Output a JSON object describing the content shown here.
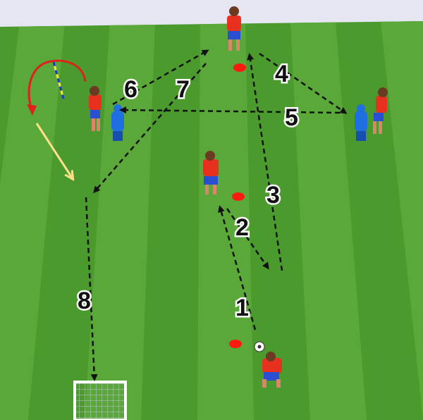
{
  "labels": {
    "l1": "1",
    "l2": "2",
    "l3": "3",
    "l4": "4",
    "l5": "5",
    "l6": "6",
    "l7": "7",
    "l8": "8"
  },
  "colors": {
    "sky": "#e6e6f2",
    "grass_light": "#5aa83a",
    "grass_dark": "#4a9a2e",
    "shirt": "#e8301e",
    "shorts": "#2a4fd0",
    "cone": "#ff1a10",
    "mannequin": "#1f6fe0",
    "arrow": "#111111",
    "dribble": "#ffe08a",
    "curve": "#e0201a"
  },
  "icons": {
    "ball": "football-icon",
    "goal": "goal-icon",
    "pole": "pole-icon"
  }
}
